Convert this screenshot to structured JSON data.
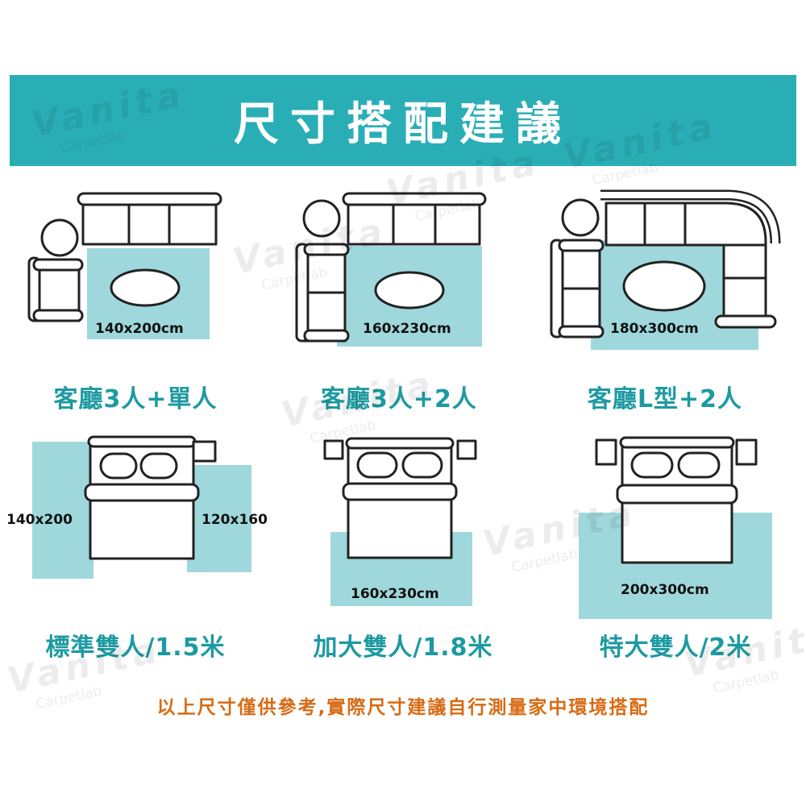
{
  "title": "尺寸搭配建議",
  "colors": {
    "teal": "#2aaeb6",
    "rug": "#9fd8dc",
    "text_blue": "#1d9aa2",
    "footer_orange": "#d76b14",
    "outline": "#222222"
  },
  "cards": [
    {
      "caption": "客廳3人+單人",
      "size": "140x200cm"
    },
    {
      "caption": "客廳3人+2人",
      "size": "160x230cm"
    },
    {
      "caption": "客廳L型+2人",
      "size": "180x300cm"
    },
    {
      "caption": "標準雙人/1.5米",
      "size_left": "140x200",
      "size_right": "120x160"
    },
    {
      "caption": "加大雙人/1.8米",
      "size": "160x230cm"
    },
    {
      "caption": "特大雙人/2米",
      "size": "200x300cm"
    }
  ],
  "footer": "以上尺寸僅供參考,實際尺寸建議自行測量家中環境搭配",
  "watermark": {
    "brand": "Vanita",
    "sub": "Carpetlab"
  }
}
